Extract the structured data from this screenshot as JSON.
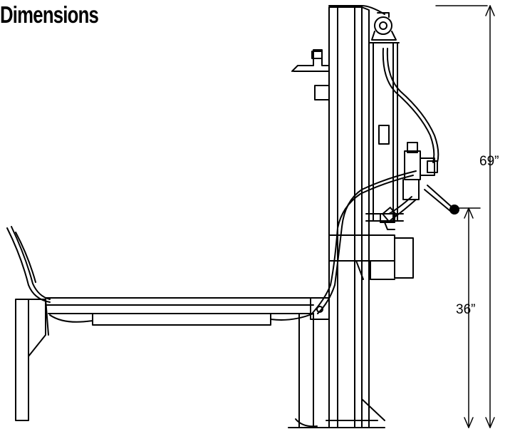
{
  "title": "Dimensions",
  "dimensions": {
    "overall_height": "69”",
    "table_height": "36”"
  }
}
